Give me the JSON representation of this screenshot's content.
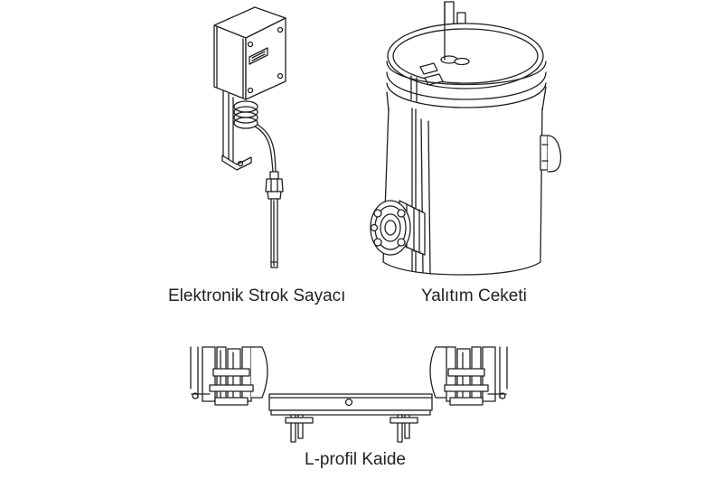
{
  "figure": {
    "ink_color": "#231f20",
    "background": "#ffffff"
  },
  "captions": {
    "electronic_stroke_counter": "Elektronik Strok Sayacı",
    "insulation_jacket": "Yalıtım Ceketi",
    "l_profile_base": "L-profil Kaide"
  }
}
